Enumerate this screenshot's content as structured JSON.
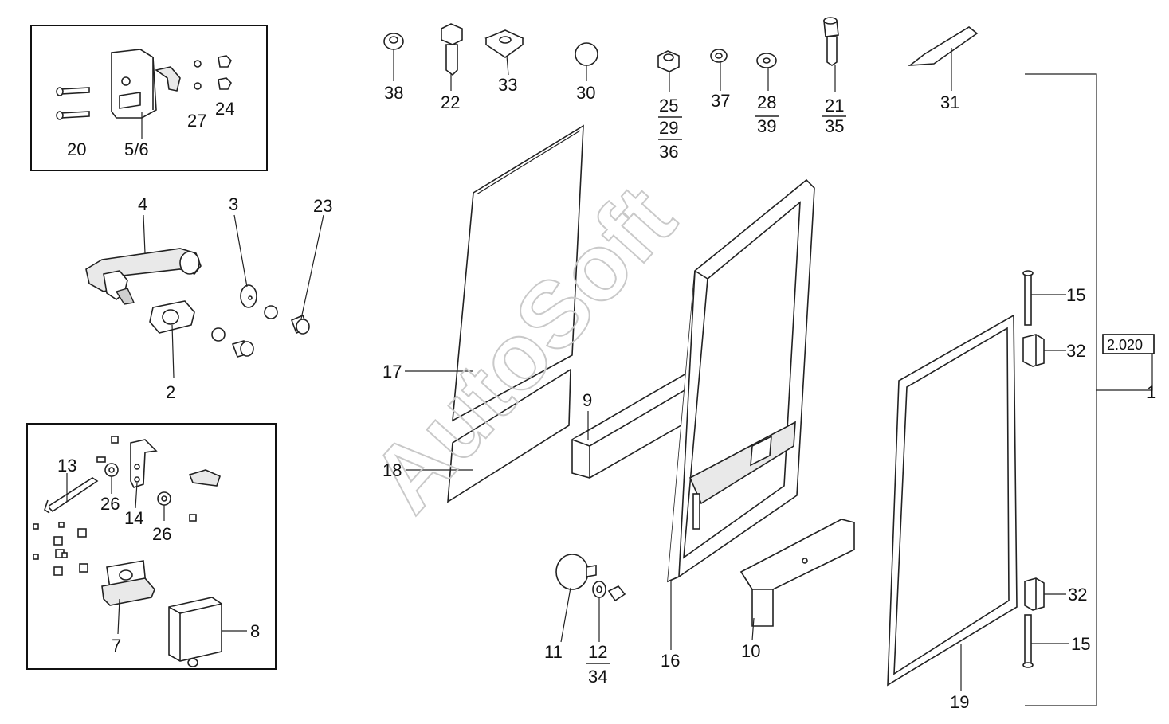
{
  "watermark": "AutoSoft",
  "reference_box": "2.020",
  "labels": {
    "l1": "1",
    "l2": "2",
    "l3": "3",
    "l4": "4",
    "l5_6": "5/6",
    "l7": "7",
    "l8": "8",
    "l9": "9",
    "l10": "10",
    "l11": "11",
    "l12": "12",
    "l13": "13",
    "l14": "14",
    "l15a": "15",
    "l15b": "15",
    "l16": "16",
    "l17": "17",
    "l18": "18",
    "l19": "19",
    "l20": "20",
    "l21": "21",
    "l22": "22",
    "l23": "23",
    "l24": "24",
    "l25": "25",
    "l26a": "26",
    "l26b": "26",
    "l27": "27",
    "l28": "28",
    "l29": "29",
    "l30": "30",
    "l31": "31",
    "l32a": "32",
    "l32b": "32",
    "l33": "33",
    "l34": "34",
    "l35": "35",
    "l36": "36",
    "l37": "37",
    "l38": "38",
    "l39": "39"
  }
}
